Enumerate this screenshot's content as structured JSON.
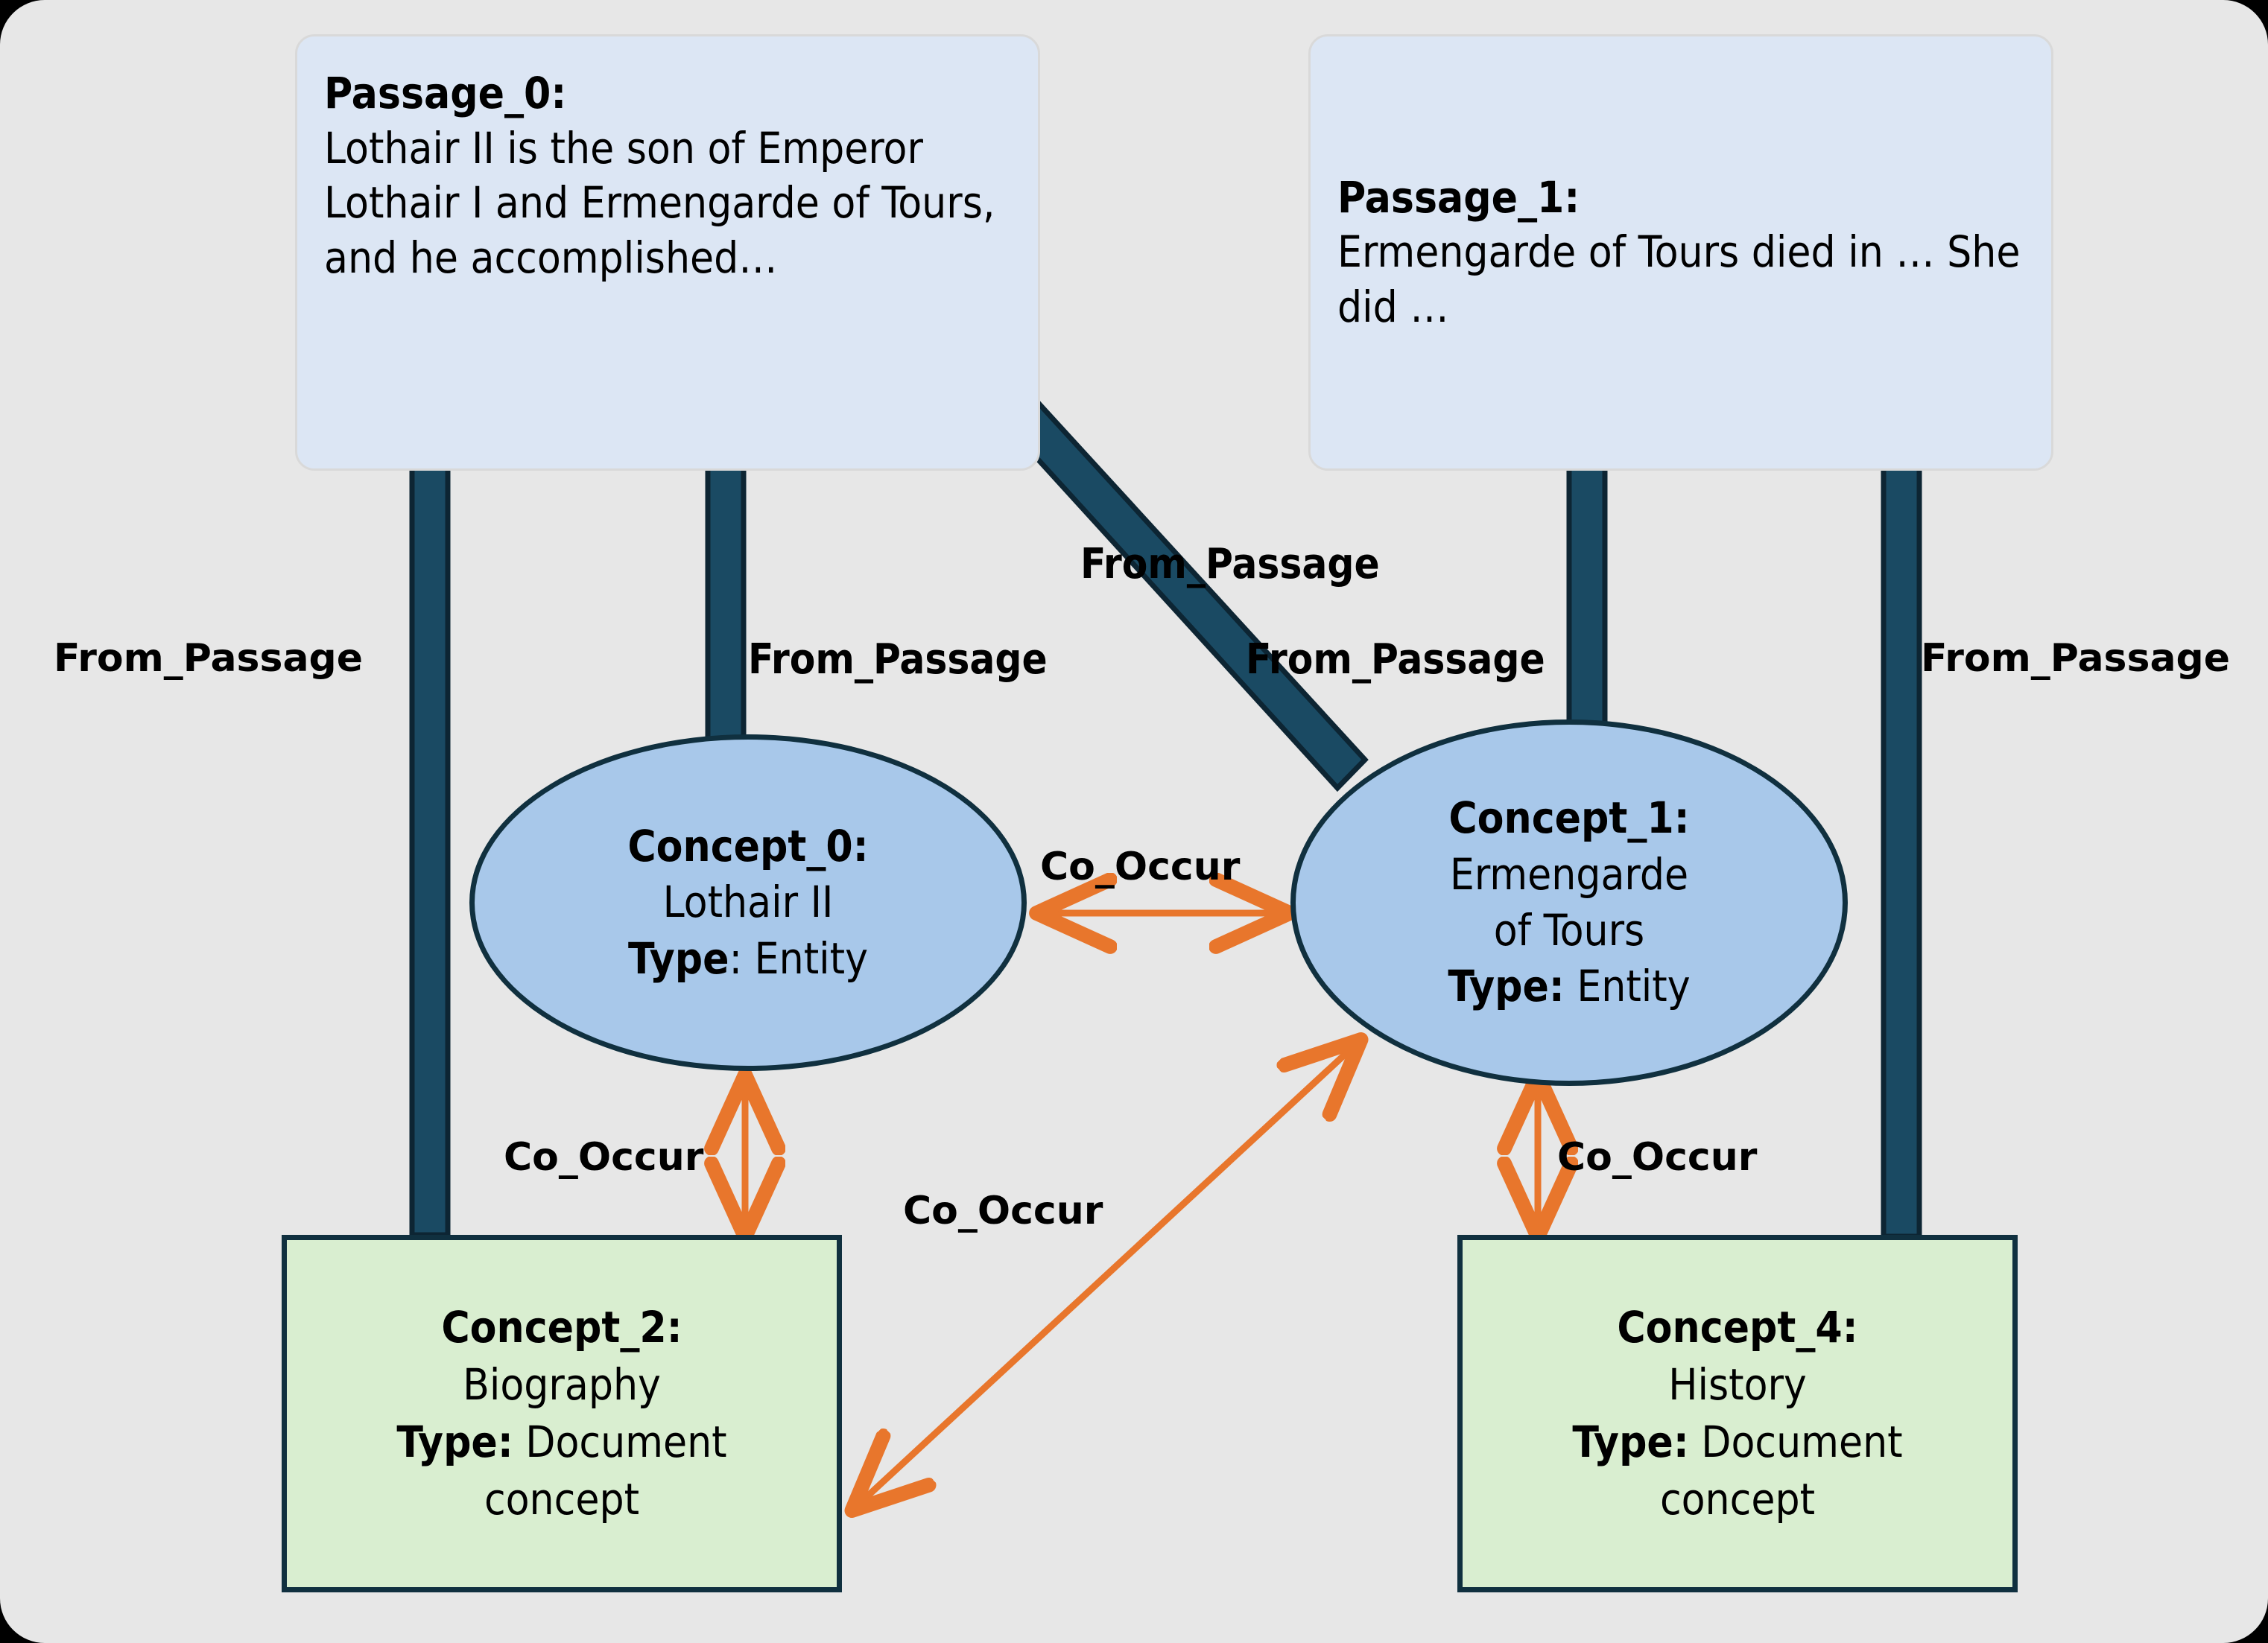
{
  "canvas": {
    "background": "#e7e7e7",
    "frame_color": "#000000"
  },
  "palette": {
    "passage_fill": "#dce6f4",
    "passage_border": "#d9d9d9",
    "entity_fill": "#a8c8ea",
    "entity_border": "#10303f",
    "document_fill": "#d9eed0",
    "document_border": "#10303f",
    "from_passage_edge": "#1a4a63",
    "co_occur_edge": "#e8762c"
  },
  "passages": [
    {
      "id": "passage-0",
      "title": "Passage_0:",
      "body": "Lothair II is the son of Emperor Lothair I and Ermengarde of Tours, and he accomplished…"
    },
    {
      "id": "passage-1",
      "title": "Passage_1:",
      "body": "Ermengarde of Tours died in … She did …"
    }
  ],
  "concepts": [
    {
      "id": "concept-0",
      "shape": "ellipse",
      "name": "Concept_0:",
      "value": "Lothair II",
      "type_key": "Type",
      "type_sep": ": ",
      "type_value": "Entity"
    },
    {
      "id": "concept-1",
      "shape": "ellipse",
      "name": "Concept_1:",
      "value_line_1": "Ermengarde",
      "value_line_2": "of Tours",
      "type_key": "Type:",
      "type_sep": " ",
      "type_value": "Entity"
    },
    {
      "id": "concept-2",
      "shape": "rectangle",
      "name": "Concept_2:",
      "value": "Biography",
      "type_key": "Type:",
      "type_sep": " ",
      "type_value": "Document",
      "type_value_line_2": "concept"
    },
    {
      "id": "concept-4",
      "shape": "rectangle",
      "name": "Concept_4:",
      "value": "History",
      "type_key": "Type:",
      "type_sep": " ",
      "type_value": "Document",
      "type_value_line_2": "concept"
    }
  ],
  "edges": {
    "from_passage": [
      {
        "id": "fp-0",
        "label": "From_Passage",
        "source": "concept-2",
        "target": "passage-0",
        "style": "vertical"
      },
      {
        "id": "fp-1",
        "label": "From_Passage",
        "source": "concept-0",
        "target": "passage-0",
        "style": "vertical"
      },
      {
        "id": "fp-2",
        "label": "From_Passage",
        "source": "concept-1",
        "target": "passage-0",
        "style": "diagonal"
      },
      {
        "id": "fp-3",
        "label": "From_Passage",
        "source": "concept-1",
        "target": "passage-1",
        "style": "vertical"
      },
      {
        "id": "fp-4",
        "label": "From_Passage",
        "source": "concept-4",
        "target": "passage-1",
        "style": "vertical"
      }
    ],
    "co_occur": [
      {
        "id": "co-0",
        "label": "Co_Occur",
        "source": "concept-0",
        "target": "concept-1",
        "style": "horizontal-bidirectional"
      },
      {
        "id": "co-1",
        "label": "Co_Occur",
        "source": "concept-0",
        "target": "concept-2",
        "style": "vertical-bidirectional"
      },
      {
        "id": "co-2",
        "label": "Co_Occur",
        "source": "concept-2",
        "target": "concept-1",
        "style": "diagonal-bidirectional"
      },
      {
        "id": "co-3",
        "label": "Co_Occur",
        "source": "concept-1",
        "target": "concept-4",
        "style": "vertical-bidirectional"
      }
    ]
  }
}
